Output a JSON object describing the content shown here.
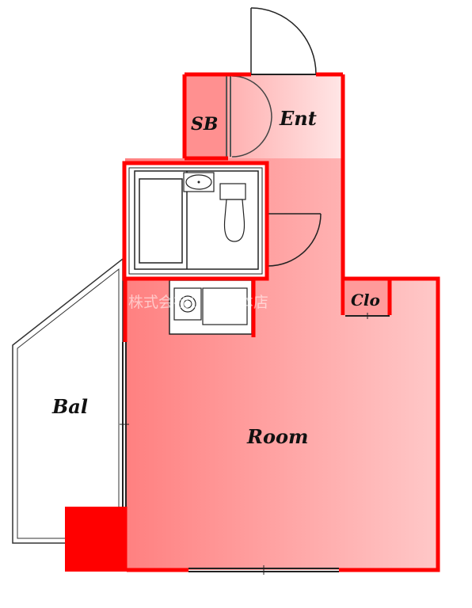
{
  "labels": {
    "sb": "SB",
    "ent": "Ent",
    "clo": "Clo",
    "bal": "Bal",
    "room": "Room"
  },
  "watermark": "株式会社リアル 本店",
  "colors": {
    "wall": "#ff0000",
    "room_fill_start": "#ff8080",
    "room_fill_end": "#ffc8c8",
    "ent_fill": "#ffd8d8",
    "fixture": "#ffffff",
    "line": "#222222"
  }
}
